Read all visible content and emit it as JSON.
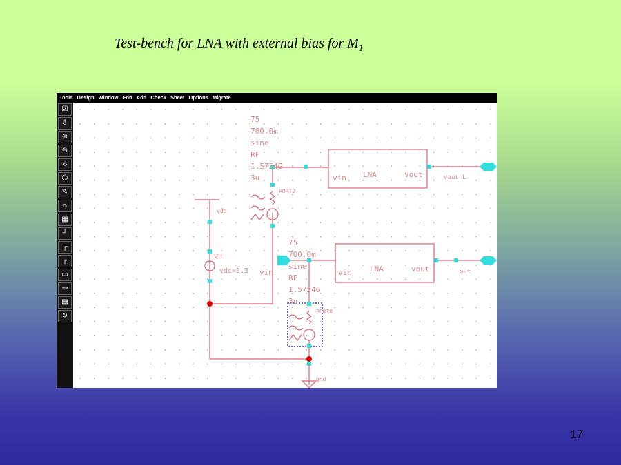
{
  "slide": {
    "title_main": "Test-bench for LNA with external bias for M",
    "title_sub": "1",
    "page_number": "17"
  },
  "menu": [
    "Tools",
    "Design",
    "Window",
    "Edit",
    "Add",
    "Check",
    "Sheet",
    "Options",
    "Migrate"
  ],
  "toolbar_icons": [
    "check-icon",
    "download-icon",
    "zoom-in-icon",
    "zoom-out-icon",
    "wire-icon",
    "component-icon",
    "pencil-icon",
    "arc-icon",
    "grid-icon",
    "corner-icon",
    "step-icon",
    "step2-icon",
    "label-icon",
    "plug-icon",
    "table-icon",
    "refresh-icon"
  ],
  "schematic": {
    "port2": {
      "z": "75",
      "amp": "700.0m",
      "wave": "sine",
      "type": "RF",
      "freq": "1.5754G",
      "time": "3u",
      "name": "PORT2"
    },
    "port0": {
      "z": "75",
      "amp": "700.0m",
      "wave": "sine",
      "type": "RF",
      "freq": "1.5754G",
      "time": "3u",
      "name": "PORT0"
    },
    "vdd_label": "vdd",
    "v0_name": "V0",
    "v0_value": "vdc=3.3",
    "gnd_label": "gnd",
    "lna_top": {
      "label": "LNA",
      "in": "vin",
      "out": "vout",
      "net": "vout_L"
    },
    "lna_bot": {
      "label": "LNA",
      "in": "vin",
      "out": "vout",
      "net": "out"
    },
    "vin_pin": "vin"
  },
  "colors": {
    "wire": "#e06070",
    "pin": "#33dddd",
    "text": "#dd8888",
    "node": "#e00000",
    "select": "#0000aa"
  }
}
